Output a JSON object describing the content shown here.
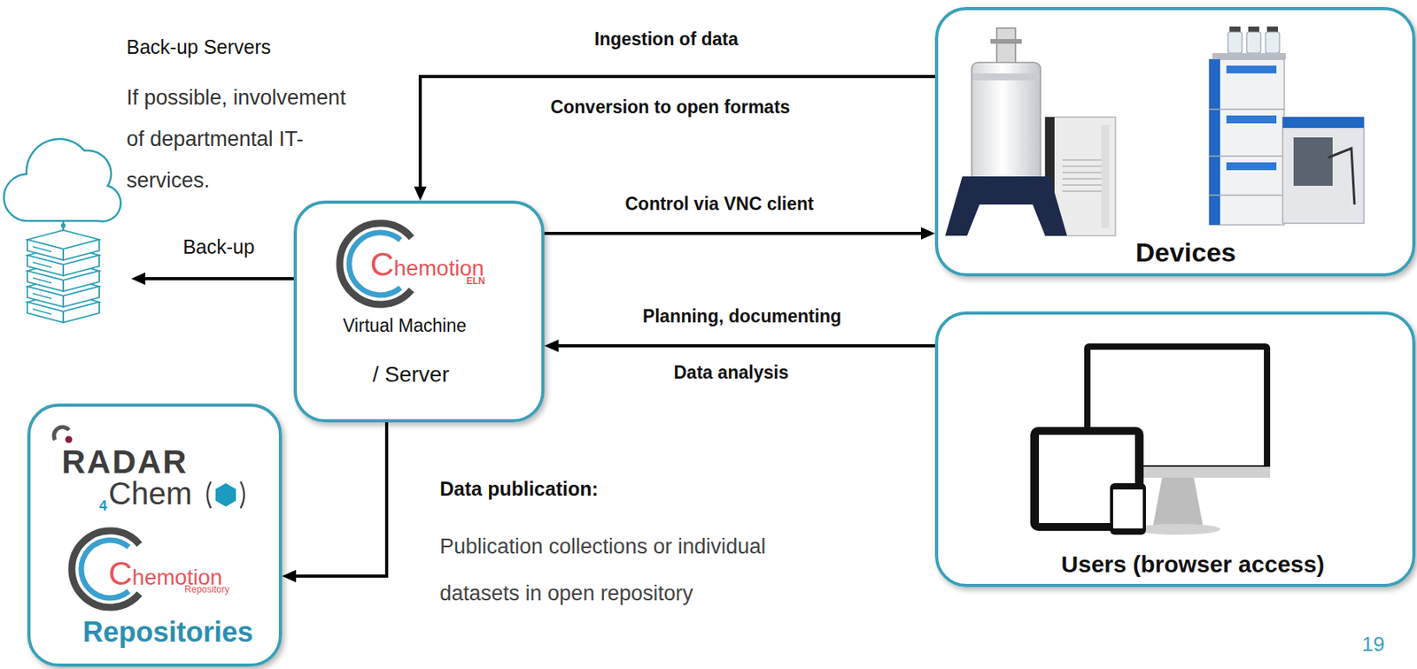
{
  "diagram": {
    "nodes": [
      {
        "text": [
          "Back-up Servers",
          "If possible, involvement of departmental IT-services."
        ]
      },
      {
        "text": [
          "Devices"
        ]
      },
      {
        "text": [
          "Chemotion",
          "ELN",
          "Virtual Machine",
          "/ Server"
        ]
      },
      {
        "text": [
          "Users (browser access)"
        ]
      },
      {
        "text": [
          "RADAR",
          "4Chem",
          "Chemotion",
          "Repository",
          "Repositories"
        ]
      }
    ],
    "edges": [
      {
        "from": 1,
        "to": 2,
        "arrow": "to",
        "label": "Ingestion of data"
      },
      {
        "from": 2,
        "to": 1,
        "arrow": "to",
        "label": "Control via VNC client"
      },
      {
        "from": 3,
        "to": 2,
        "arrow": "to",
        "label": "Planning, documenting"
      },
      {
        "from": 2,
        "to": 0,
        "arrow": "to",
        "label": "Back-up"
      },
      {
        "from": 2,
        "to": 4,
        "arrow": "to",
        "label": "Data publication:"
      }
    ],
    "labels": [
      "Conversion to open formats",
      "Data analysis",
      "Publication collections or individual datasets in open repository",
      "19"
    ]
  }
}
